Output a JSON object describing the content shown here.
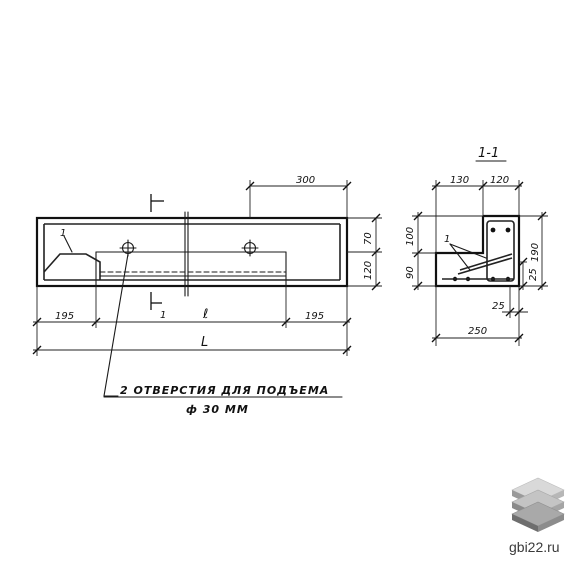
{
  "elevation": {
    "section_mark": "1",
    "dims_top": {
      "top_right": "300"
    },
    "dims_right": {
      "upper": "70",
      "lower": "120"
    },
    "dims_bottom": {
      "left": "195",
      "middle": "ℓ",
      "right": "195",
      "overall": "L"
    },
    "callout": "1"
  },
  "section": {
    "title": "1-1",
    "dims_top": {
      "left": "130",
      "right": "120"
    },
    "dims_left": {
      "upper": "100",
      "lower": "90"
    },
    "dims_right": {
      "overall": "190",
      "inner": "25"
    },
    "dims_bottom": {
      "small": "25",
      "overall": "250"
    },
    "callout": "1"
  },
  "note": {
    "line1": "2 ОТВЕРСТИЯ ДЛЯ ПОДЪЕМА",
    "line2": "ф 30 ММ"
  },
  "watermark": {
    "text": "gbi22.ru",
    "icon": "stacked-slabs-icon",
    "colors": {
      "top": "#d9d9d9",
      "mid": "#a8a8a8",
      "bottom": "#7d7d7d"
    }
  }
}
